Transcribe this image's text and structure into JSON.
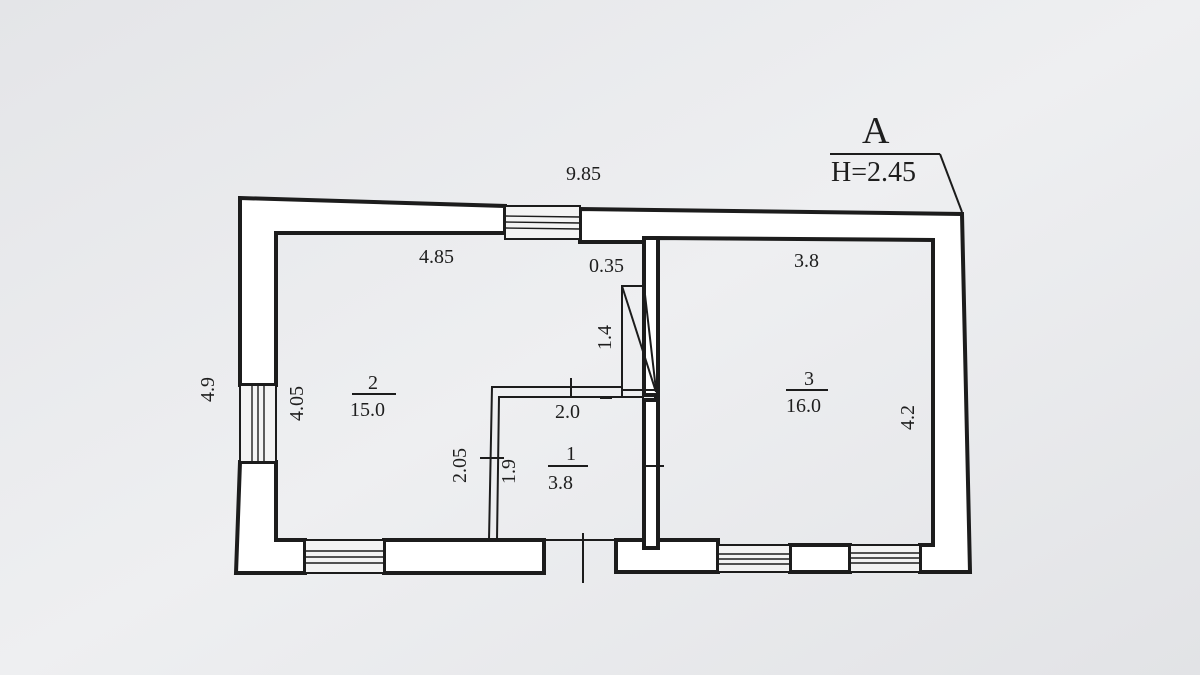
{
  "plan": {
    "section_letter": "A",
    "ceiling_height": "H=2.45",
    "dimensions": {
      "overall_width": "9.85",
      "overall_depth": "4.9",
      "room2_length": "4.85",
      "room2_depth": "4.05",
      "room3_length": "3.8",
      "room3_depth": "4.2",
      "partition_thickness": "0.35",
      "stair_length": "1.4",
      "room1_width": "2.0",
      "room1_depth_outer": "2.05",
      "room1_depth_inner": "1.9"
    },
    "rooms": [
      {
        "number": "2",
        "area": "15.0"
      },
      {
        "number": "1",
        "area": "3.8"
      },
      {
        "number": "3",
        "area": "16.0"
      }
    ]
  }
}
